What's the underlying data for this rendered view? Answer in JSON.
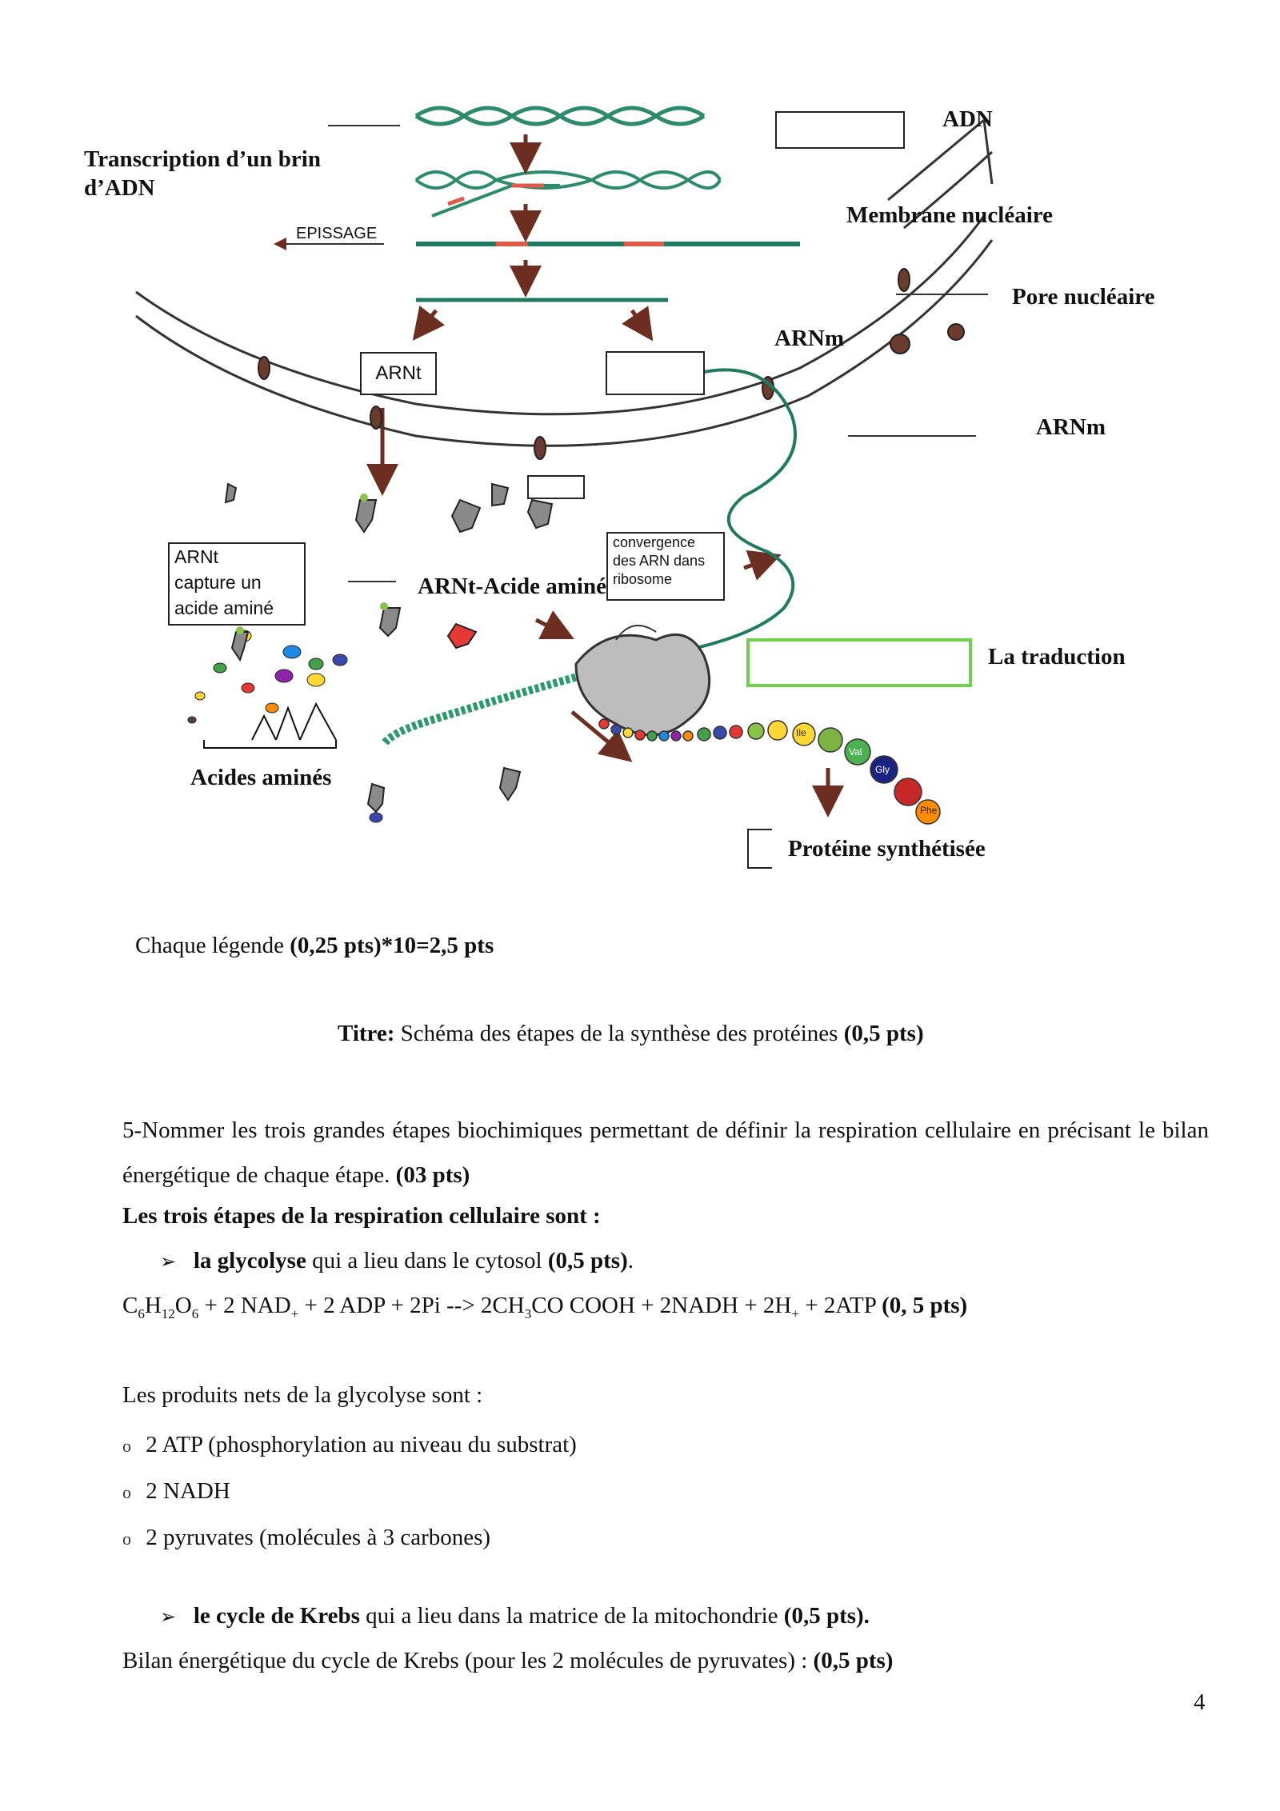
{
  "diagram": {
    "labels": {
      "adn": "ADN",
      "transcription_line1": "Transcription d’un brin",
      "transcription_line2": "d’ADN",
      "epissage": "EPISSAGE",
      "membrane": "Membrane nucléaire",
      "pore": "Pore nucléaire",
      "arnm_1": "ARNm",
      "arnm_2": "ARNm",
      "arnt_box": "ARNt",
      "arnt_capture_l1": "ARNt",
      "arnt_capture_l2": "capture un",
      "arnt_capture_l3": "acide aminé",
      "convergence_l1": "convergence",
      "convergence_l2": "des ARN dans",
      "convergence_l3": "ribosome",
      "arnt_acide": "ARNt-Acide aminé",
      "traduction": "La traduction",
      "acides_amines": "Acides aminés",
      "proteine": "Protéine synthétisée",
      "aa_ile": "Ile",
      "aa_val": "Val",
      "aa_gly": "Gly",
      "aa_phe": "Phe"
    }
  },
  "scoring": {
    "chaque_prefix": "Chaque légende ",
    "chaque_bold": "(0,25 pts)*10=2,5 pts",
    "titre_label": "Titre:",
    "titre_text": " Schéma des étapes de la synthèse des protéines ",
    "titre_pts": "(0,5 pts)"
  },
  "question5": {
    "text": "5-Nommer les trois grandes étapes biochimiques permettant de définir la respiration cellulaire en précisant le  bilan énergétique de chaque étape. ",
    "pts": "(03 pts)",
    "heading": "Les trois  étapes de la respiration cellulaire sont :",
    "glycolyse_bold": "la glycolyse",
    "glycolyse_rest": " qui a lieu dans le cytosol ",
    "glycolyse_pts": "(0,5 pts)",
    "glycolyse_end": ".",
    "eq_pts": "(0, 5 pts)",
    "produits_intro": "Les produits nets de la glycolyse sont :",
    "produits": [
      "2 ATP (phosphorylation au niveau du substrat)",
      "2 NADH",
      "2 pyruvates (molécules à 3 carbones)"
    ],
    "krebs_bold": "le cycle de Krebs",
    "krebs_rest": " qui a lieu dans la matrice de la mitochondrie ",
    "krebs_pts": "(0,5 pts).",
    "bilan_text": "Bilan énergétique du cycle de Krebs (pour les 2 molécules de pyruvates) : ",
    "bilan_pts": "(0,5 pts)"
  },
  "page_number": "4"
}
